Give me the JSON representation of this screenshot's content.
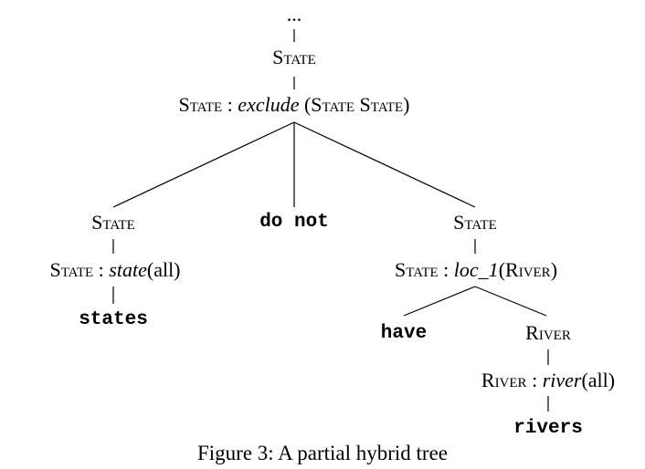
{
  "diagram": {
    "root_ellipsis": "...",
    "root_state": "State",
    "root_production": {
      "lhs": "State",
      "colon": ":",
      "func": "exclude",
      "args": "(State State)"
    },
    "left_state": "State",
    "left_production": {
      "lhs": "State",
      "colon": ":",
      "func": "state",
      "args": "(all)"
    },
    "left_word": "states",
    "middle_word": "do not",
    "right_state": "State",
    "right_production": {
      "lhs": "State",
      "colon": ":",
      "func": "loc_1",
      "args": "(River)"
    },
    "have_word": "have",
    "river_state": "River",
    "river_production": {
      "lhs": "River",
      "colon": ":",
      "func": "river",
      "args": "(all)"
    },
    "river_word": "rivers"
  },
  "caption": "Figure 3: A partial hybrid tree"
}
